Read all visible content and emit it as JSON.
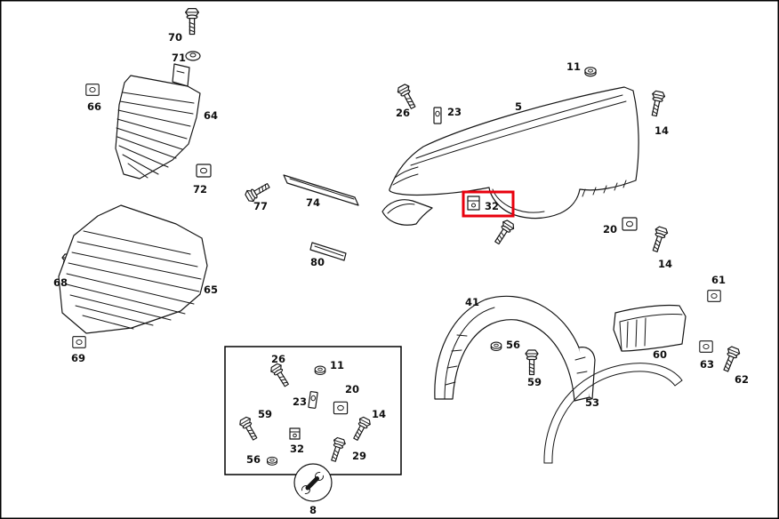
{
  "diagram": {
    "title": "Fender exploded parts diagram",
    "highlight": {
      "part_number": "32",
      "color": "#e8000d"
    },
    "callouts": {
      "n5": "5",
      "n8": "8",
      "n11": "11",
      "n14": "14",
      "n20": "20",
      "n23": "23",
      "n26": "26",
      "n29": "29",
      "n32": "32",
      "n41": "41",
      "n53": "53",
      "n56": "56",
      "n59": "59",
      "n60": "60",
      "n61": "61",
      "n62": "62",
      "n63": "63",
      "n64": "64",
      "n65": "65",
      "n66": "66",
      "n68": "68",
      "n69": "69",
      "n70": "70",
      "n71": "71",
      "n72": "72",
      "n74": "74",
      "n77": "77",
      "n80": "80"
    }
  }
}
